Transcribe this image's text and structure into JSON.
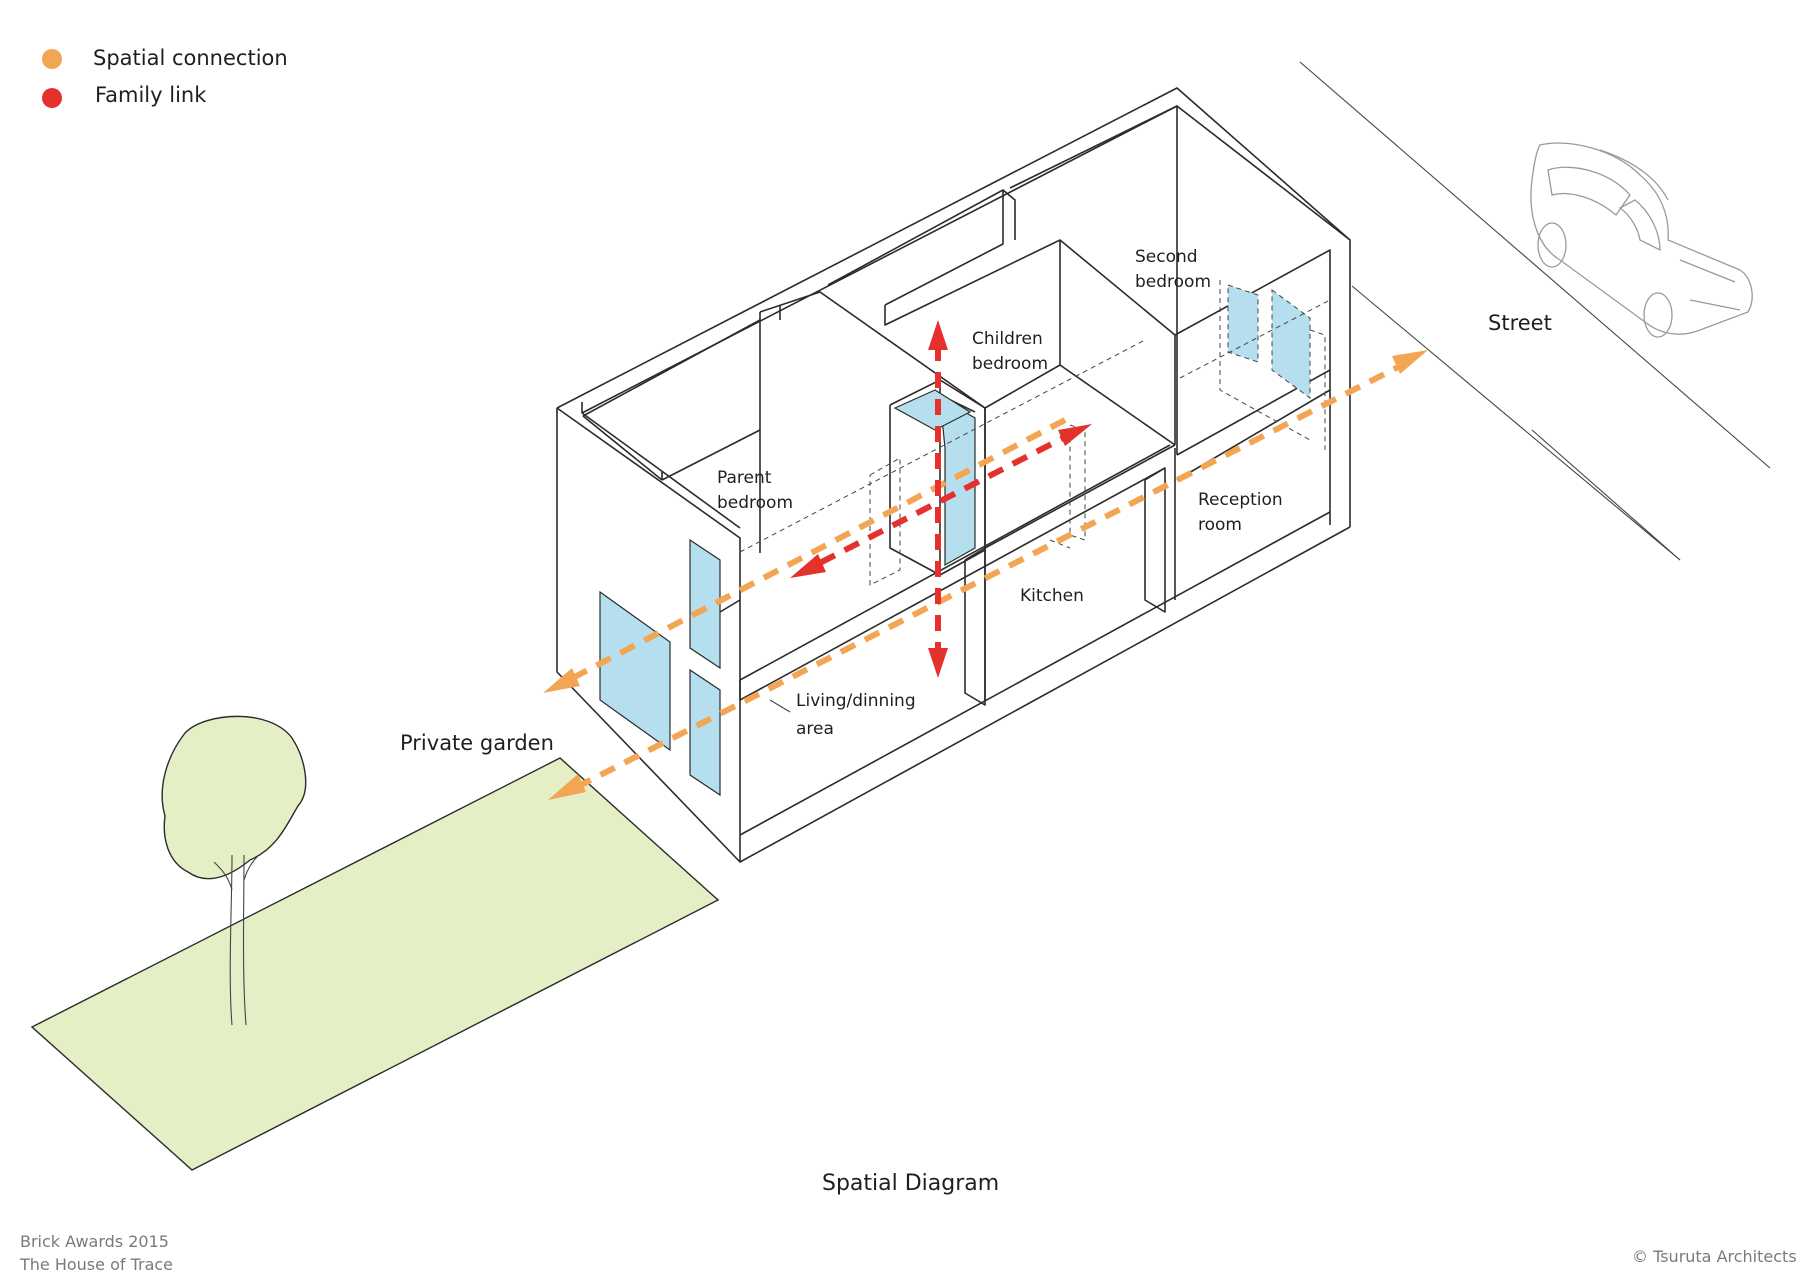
{
  "legend": [
    {
      "label": "Spatial connection",
      "color": "#f2a552"
    },
    {
      "label": "Family link",
      "color": "#e5312c"
    }
  ],
  "rooms": {
    "parent_bedroom": [
      "Parent",
      "bedroom"
    ],
    "children_bedroom": [
      "Children",
      "bedroom"
    ],
    "second_bedroom": [
      "Second",
      "bedroom"
    ],
    "reception_room": [
      "Reception",
      "room"
    ],
    "kitchen": "Kitchen",
    "living_dining": [
      "Living/dinning",
      "area"
    ]
  },
  "labels": {
    "street": "Street",
    "private_garden": "Private garden",
    "diagram_title": "Spatial Diagram"
  },
  "credits": {
    "line1": "Brick Awards 2015",
    "line2": "The House of Trace",
    "copyright": "© Tsuruta Architects"
  },
  "colors": {
    "garden": "#e4efc6",
    "glass": "#b5dfee",
    "spatial_connection": "#f2a552",
    "family_link": "#e5312c"
  },
  "icons": [
    "car-icon",
    "tree-icon"
  ]
}
